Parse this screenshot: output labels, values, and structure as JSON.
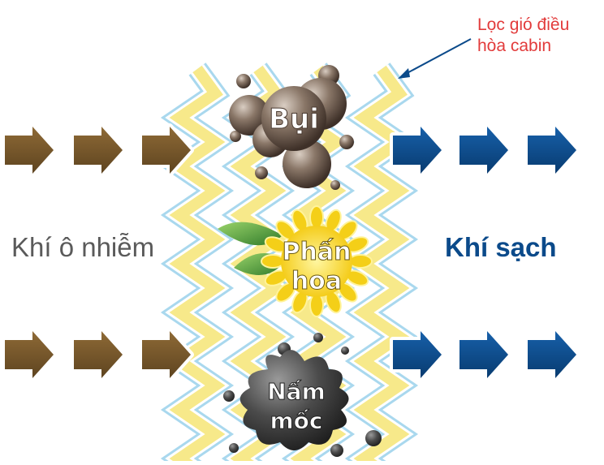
{
  "filter_label": "Lọc gió điều hòa cabin",
  "left_label": "Khí ô nhiễm",
  "right_label": "Khí sạch",
  "particles": {
    "dust": "Bụi",
    "pollen_line1": "Phấn",
    "pollen_line2": "hoa",
    "mold_line1": "Nấm",
    "mold_line2": "mốc"
  },
  "colors": {
    "dirty_arrow": "#7a5a2e",
    "clean_arrow": "#0b4a8a",
    "filter_yellow": "#f7e98a",
    "filter_blue": "#a9d8ee",
    "label_red": "#e23b3b",
    "dust": "#7d6a5c",
    "pollen": "#f5d21c",
    "mold": "#4a4a4a"
  }
}
